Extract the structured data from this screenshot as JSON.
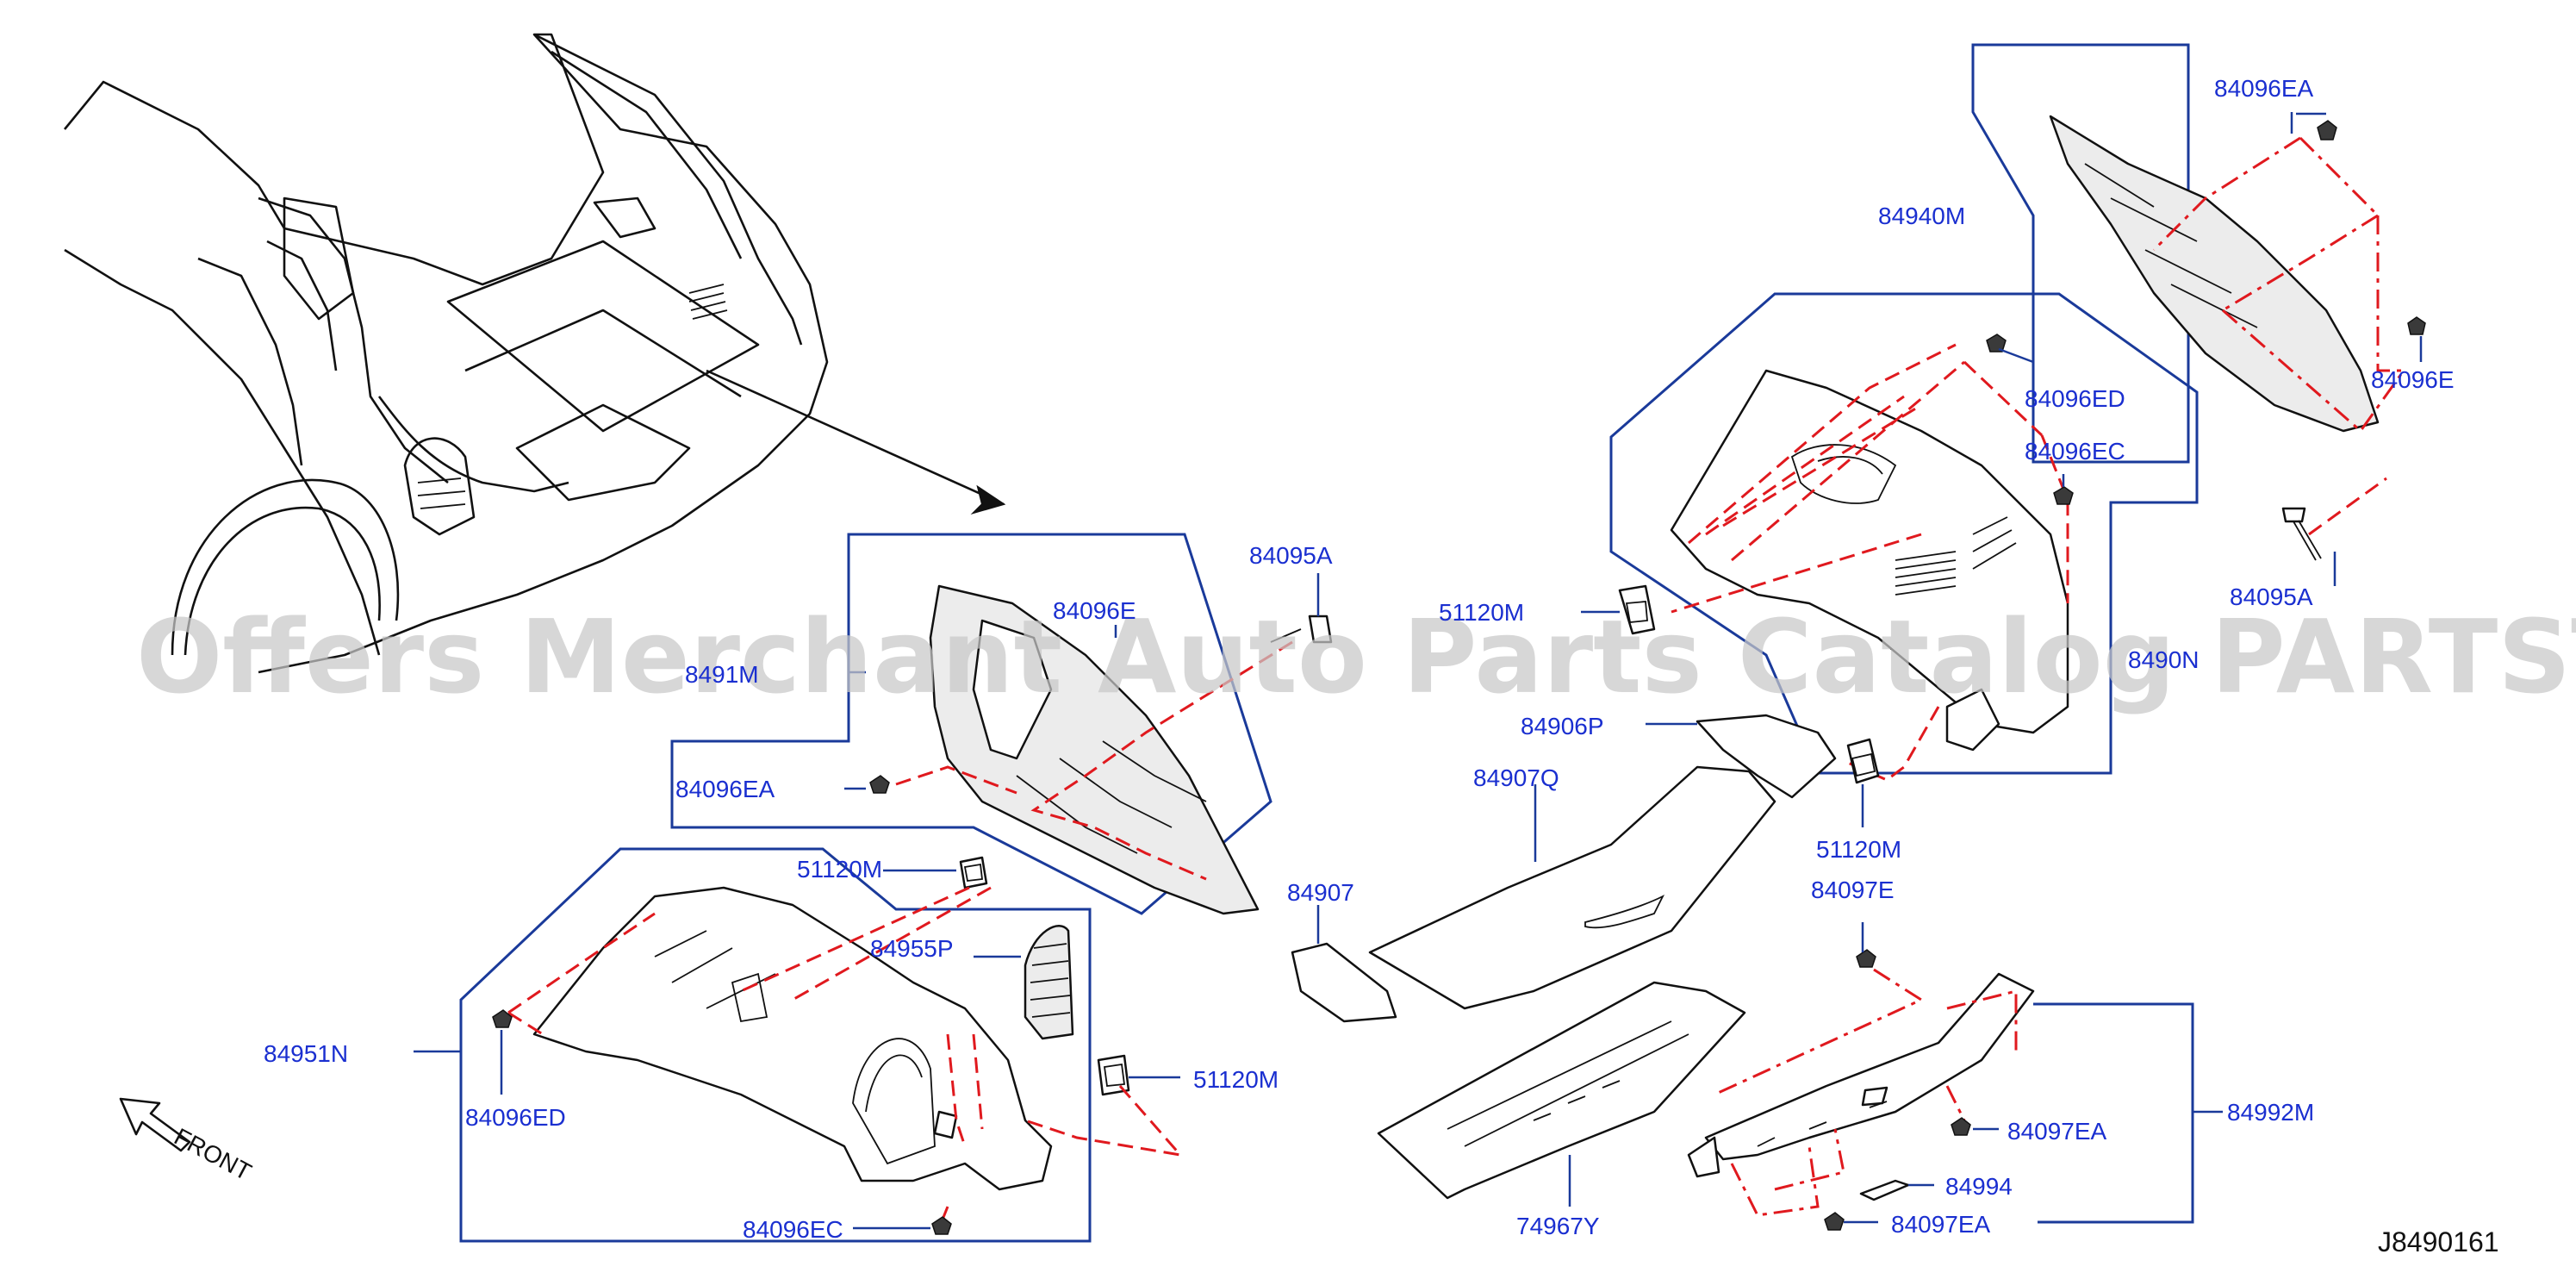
{
  "diagram_code": "J8490161",
  "watermark": "Offers Merchant Auto Parts Catalog PARTSTORE.SA",
  "front_label": "FRONT",
  "labels": {
    "l84096EA_top": "84096EA",
    "l84940M": "84940M",
    "l84096E_right": "84096E",
    "l84096ED_right": "84096ED",
    "l84096EC_right": "84096EC",
    "l84095A_right": "84095A",
    "l8490N_partial": "8490N",
    "l51120M_mid": "51120M",
    "l84906P": "84906P",
    "l84907Q": "84907Q",
    "l51120M_right": "51120M",
    "l84097E": "84097E",
    "l84907": "84907",
    "l84095A_left": "84095A",
    "l84096E_left": "84096E",
    "l8491M_partial": "8491M",
    "l84096EA_left": "84096EA",
    "l51120M_left": "51120M",
    "l84955P": "84955P",
    "l84951N": "84951N",
    "l84096ED_left": "84096ED",
    "l51120M_lower": "51120M",
    "l84096EC_left": "84096EC",
    "l74967Y": "74967Y",
    "l84992M": "84992M",
    "l84097EA_a": "84097EA",
    "l84994": "84994",
    "l84097EA_b": "84097EA"
  },
  "colors": {
    "label_text": "#1a2fd0",
    "callout_box": "#1a3a9a",
    "fastener_dash": "#e0191e",
    "linework": "#111111",
    "watermark": "#c8c8c8"
  }
}
